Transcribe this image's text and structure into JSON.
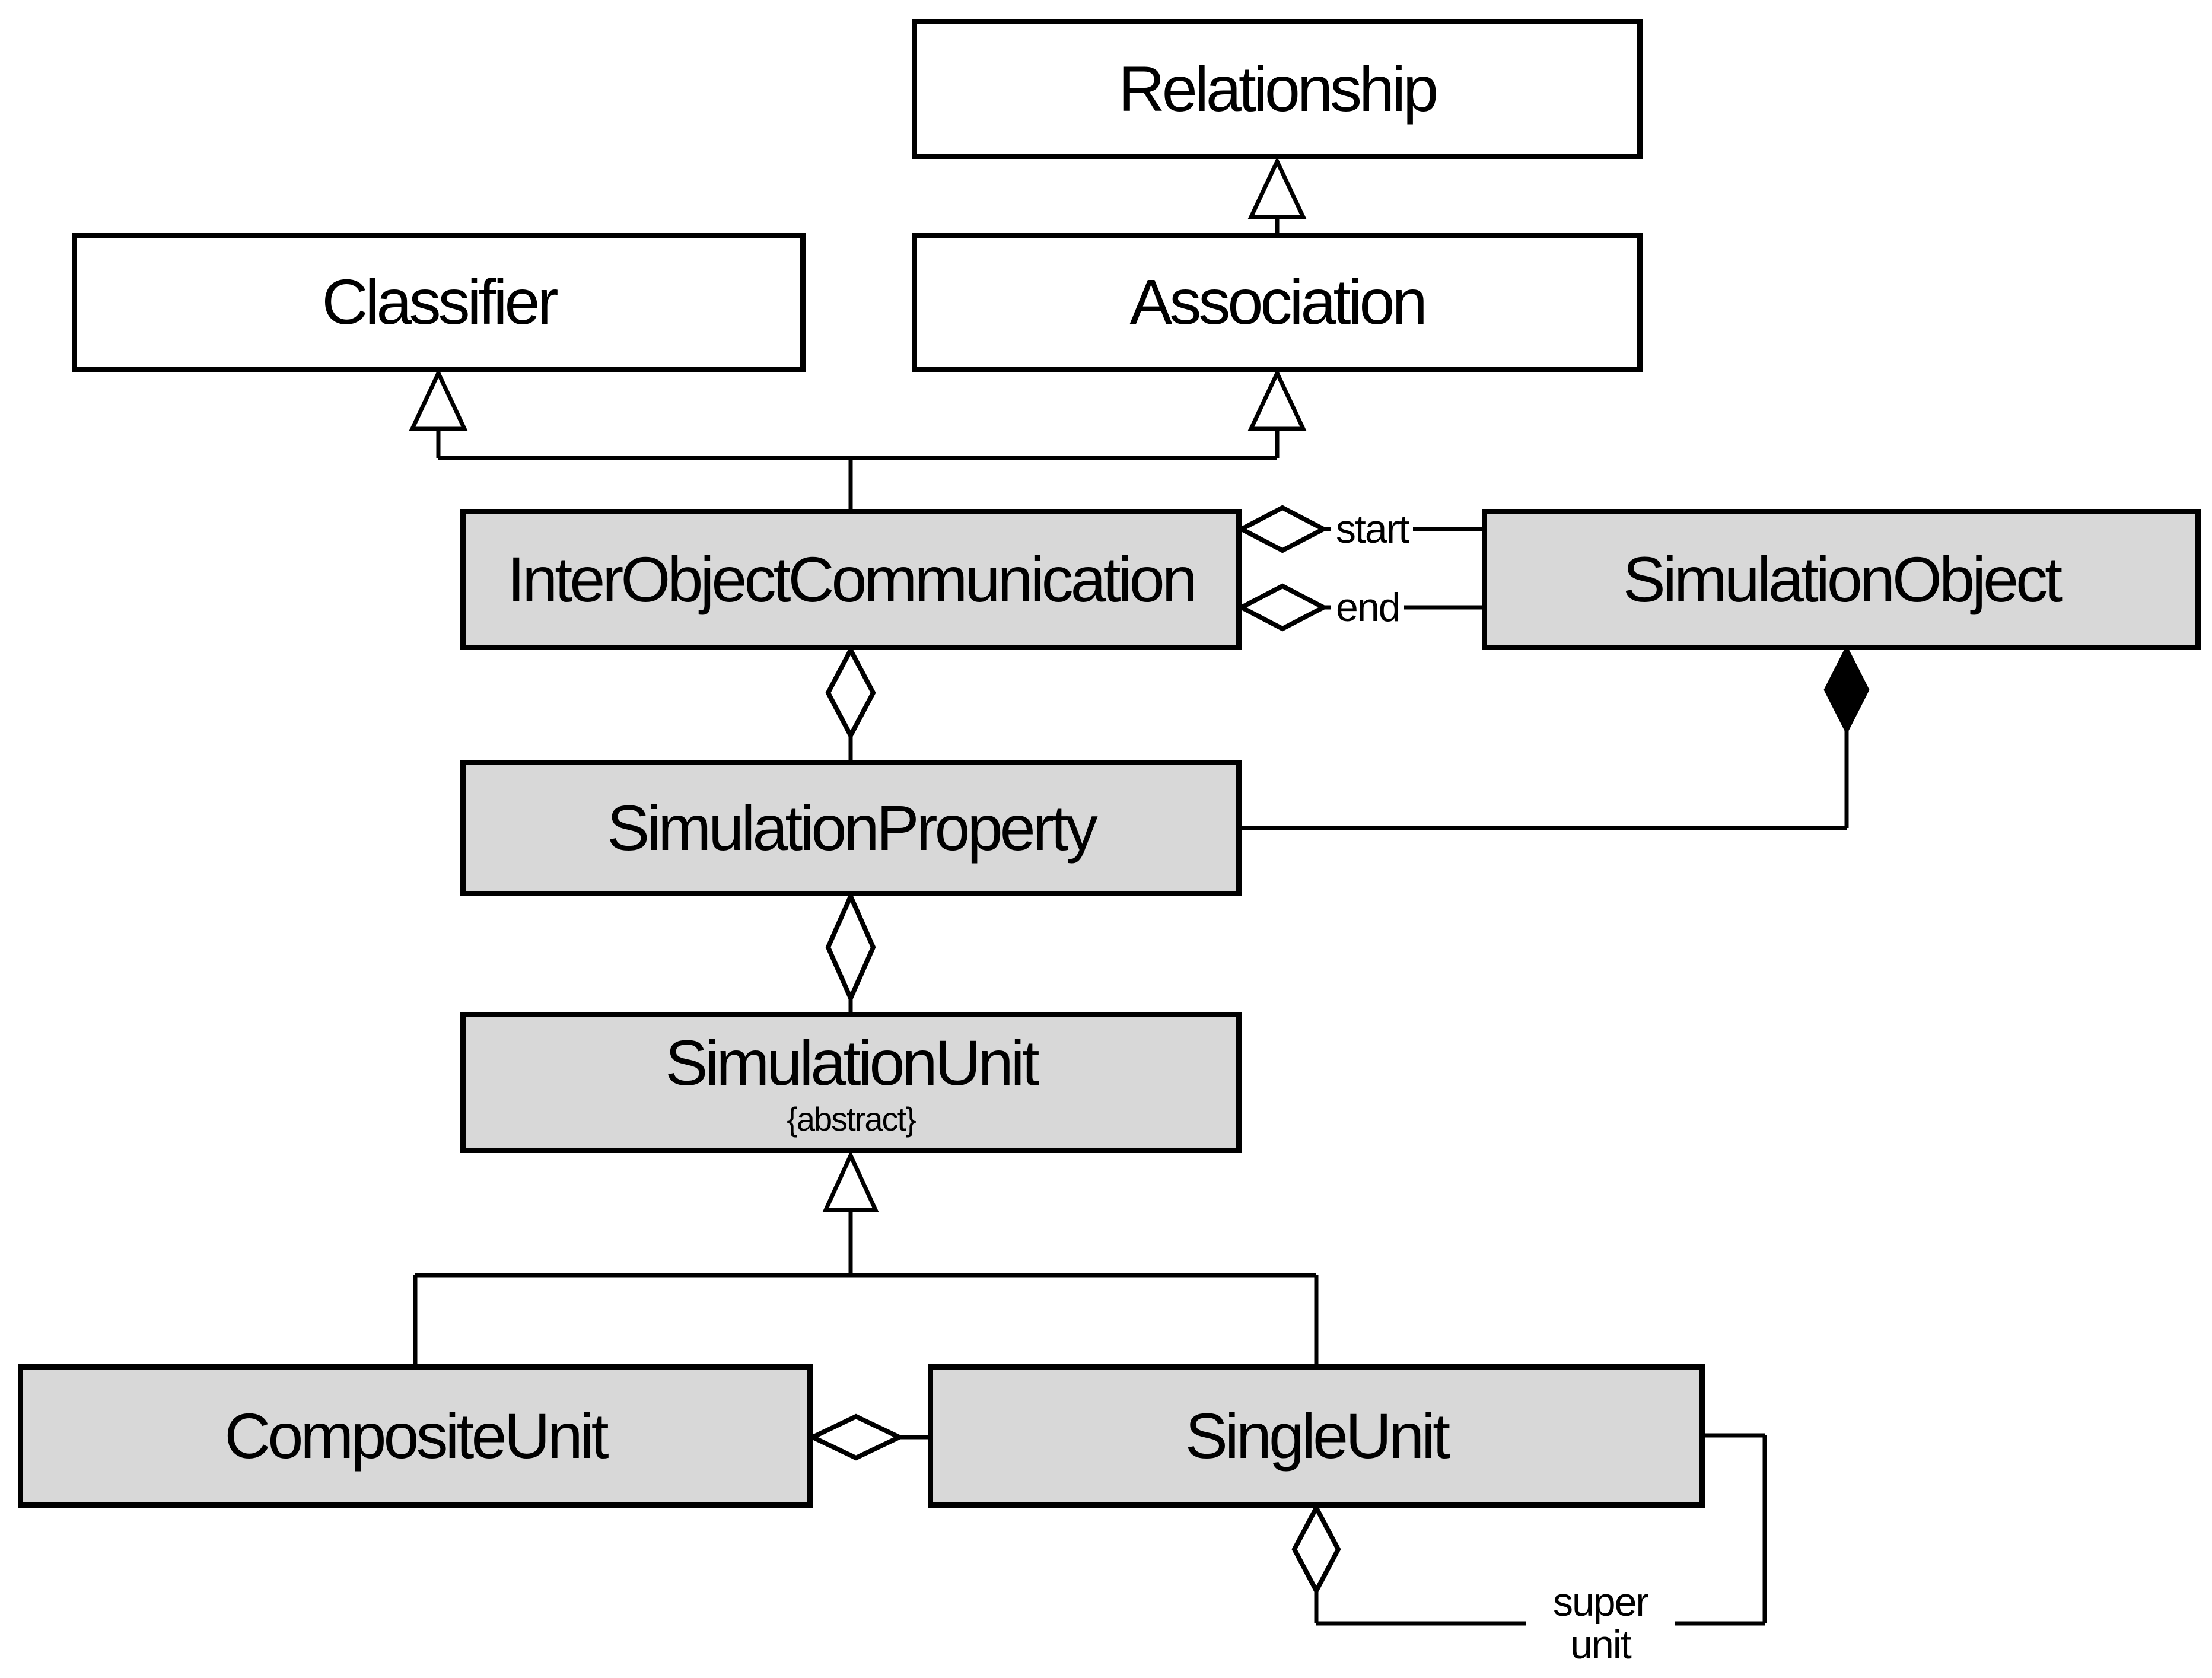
{
  "diagram_type": "uml-class-diagram",
  "colors": {
    "background": "#ffffff",
    "meta_class_fill": "#ffffff",
    "domain_class_fill": "#d8d8d8",
    "stroke": "#000000"
  },
  "classes": {
    "relationship": {
      "name": "Relationship"
    },
    "classifier": {
      "name": "Classifier"
    },
    "association": {
      "name": "Association"
    },
    "inter_object_communication": {
      "name": "InterObjectCommunication"
    },
    "simulation_object": {
      "name": "SimulationObject"
    },
    "simulation_property": {
      "name": "SimulationProperty"
    },
    "simulation_unit": {
      "name": "SimulationUnit",
      "stereotype": "{abstract}"
    },
    "composite_unit": {
      "name": "CompositeUnit"
    },
    "single_unit": {
      "name": "SingleUnit"
    }
  },
  "labels": {
    "start": "start",
    "end": "end",
    "super_unit_line1": "super",
    "super_unit_line2": "unit"
  },
  "relationships": [
    {
      "type": "generalization",
      "from": "Association",
      "to": "Relationship"
    },
    {
      "type": "generalization",
      "from": "InterObjectCommunication",
      "to": "Classifier"
    },
    {
      "type": "generalization",
      "from": "InterObjectCommunication",
      "to": "Association"
    },
    {
      "type": "aggregation",
      "whole": "InterObjectCommunication",
      "part": "SimulationObject",
      "label": "start"
    },
    {
      "type": "aggregation",
      "whole": "InterObjectCommunication",
      "part": "SimulationObject",
      "label": "end"
    },
    {
      "type": "aggregation",
      "whole": "InterObjectCommunication",
      "part": "SimulationProperty"
    },
    {
      "type": "composition",
      "whole": "SimulationObject",
      "part": "SimulationProperty"
    },
    {
      "type": "aggregation",
      "whole": "SimulationProperty",
      "part": "SimulationUnit"
    },
    {
      "type": "generalization",
      "from": "CompositeUnit",
      "to": "SimulationUnit"
    },
    {
      "type": "generalization",
      "from": "SingleUnit",
      "to": "SimulationUnit"
    },
    {
      "type": "aggregation",
      "whole": "CompositeUnit",
      "part": "SingleUnit"
    },
    {
      "type": "aggregation",
      "whole": "SingleUnit",
      "part": "SingleUnit",
      "label": "super unit"
    }
  ]
}
